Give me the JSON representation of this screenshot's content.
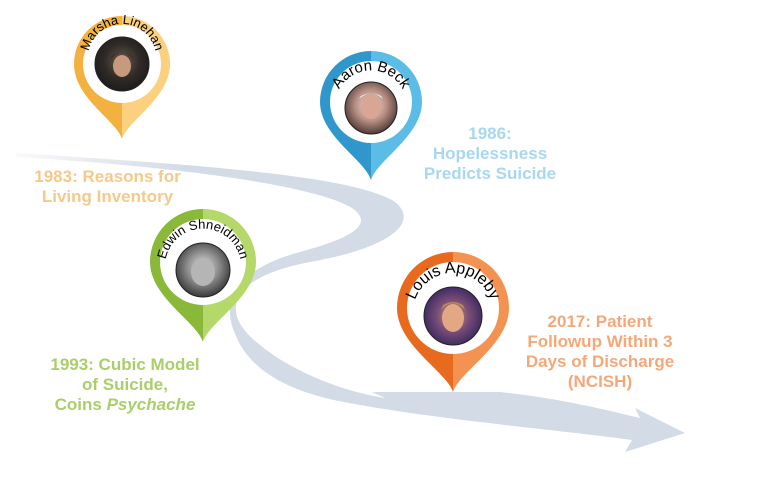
{
  "colors": {
    "road": "#d3dbe6",
    "linehan": "#f9c15f",
    "beck": "#3aa7d8",
    "shneidman": "#9cc94a",
    "appleby": "#f07b2c",
    "caption_linehan": "#f5c989",
    "caption_beck": "#a8d8f0",
    "caption_shneidman": "#a9cf6a",
    "caption_appleby": "#f5a877"
  },
  "pins": [
    {
      "name": "Marsha Linehan",
      "color": "linehan"
    },
    {
      "name": "Aaron Beck",
      "color": "beck"
    },
    {
      "name": "Edwin Shneidman",
      "color": "shneidman"
    },
    {
      "name": "Louis Appleby",
      "color": "appleby"
    }
  ],
  "captions": {
    "linehan": [
      "1983: Reasons for",
      "Living Inventory"
    ],
    "beck": [
      "1986:",
      "Hopelessness",
      "Predicts Suicide"
    ],
    "shneidman": [
      "1993: Cubic Model",
      "of Suicide,",
      "Coins",
      "Psychache"
    ],
    "appleby": [
      "2017: Patient",
      "Followup Within 3",
      "Days of Discharge",
      "(NCISH)"
    ]
  }
}
